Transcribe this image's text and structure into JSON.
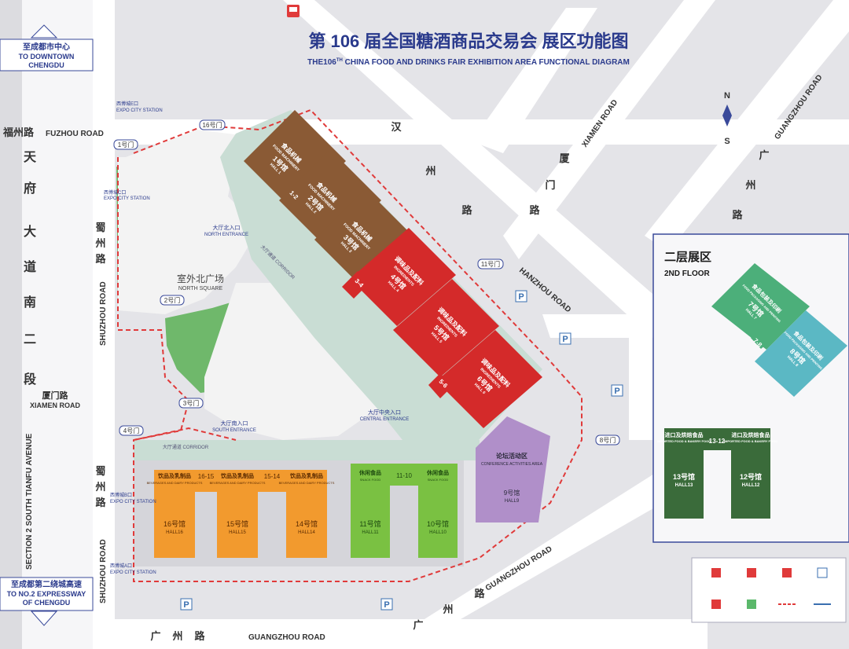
{
  "title": {
    "cn": "第 106 届全国糖酒商品交易会  展区功能图",
    "en_prefix": "THE106",
    "en_sup": "TH",
    "en_rest": " CHINA FOOD AND DRINKS FAIR  EXHIBITION AREA FUNCTIONAL DIAGRAM"
  },
  "compass": {
    "north": "N",
    "south": "S"
  },
  "directions": {
    "downtown_cn": "至成都市中心",
    "downtown_en_1": "TO DOWNTOWN",
    "downtown_en_2": "CHENGDU",
    "expressway_cn": "至成都第二绕城高速",
    "expressway_en_1": "TO NO.2 EXPRESSWAY",
    "expressway_en_2": "OF CHENGDU"
  },
  "roads": {
    "fuzhou_cn": "福州路",
    "fuzhou_en": "FUZHOU ROAD",
    "tianfu_cn": [
      "天",
      "府",
      "大",
      "道",
      "南",
      "二",
      "段"
    ],
    "tianfu_en": "SECTION 2 SOUTH TIANFU AVENUE",
    "shuzhou_cn": [
      "蜀",
      "州",
      "路"
    ],
    "shuzhou_en": "SHUZHOU ROAD",
    "shuzhou2_cn": [
      "蜀",
      "州",
      "路"
    ],
    "shuzhou2_en": "SHUZHOU ROAD",
    "xiamen_cn": "厦门路",
    "xiamen_en": "XIAMEN ROAD",
    "xiamen_diag_cn": [
      "厦",
      "门",
      "路"
    ],
    "xiamen_diag_en": "XIAMEN ROAD",
    "hanzhou_cn": [
      "汉",
      "州",
      "路"
    ],
    "hanzhou_en": "HANZHOU ROAD",
    "guangzhou_cn": [
      "广",
      "州",
      "路"
    ],
    "guangzhou_en": "GUANGZHOU ROAD",
    "guangzhou_ne_cn": [
      "广",
      "州",
      "路"
    ],
    "guangzhou_ne_en": "GUANGZHOU ROAD",
    "guangzhou_se_cn": [
      "广",
      "州",
      "路"
    ],
    "guangzhou_se_en": "GUANGZHOU ROAD"
  },
  "stations": {
    "top": "西博城E口",
    "top_en": "EXPO CITY STATION",
    "mid": "西博城C口",
    "mid_en": "EXPO CITY STATION",
    "bottom1": "西博城B口",
    "bottom1_en": "EXPO CITY STATION",
    "bottom2": "西博城A口",
    "bottom2_en": "EXPO CITY STATION"
  },
  "gates": {
    "g1": "1号门",
    "g2": "2号门",
    "g3": "3号门",
    "g4": "4号门",
    "g8": "8号门",
    "g11": "11号门",
    "g16": "16号门"
  },
  "areas": {
    "north_square_cn": "室外北广场",
    "north_square_en": "NORTH SQUARE",
    "north_entrance_cn": "大厅北入口",
    "north_entrance_en": "NORTH ENTRANCE",
    "south_entrance_cn": "大厅南入口",
    "south_entrance_en": "SOUTH ENTRANCE",
    "central_entrance_cn": "大厅中央入口",
    "central_entrance_en": "CENTRAL ENTRANCE",
    "corridor_south": "大厅通道 CORRIDOR",
    "corridor_diag": "大厅通道 CORRIDOR",
    "parking": "P"
  },
  "halls": {
    "h1": {
      "cat": "食品机械",
      "sub": "FOOD MACHINERY",
      "num": "1号馆",
      "en": "HALL 1"
    },
    "h2": {
      "cat": "食品机械",
      "sub": "FOOD MACHINERY",
      "num": "2号馆",
      "en": "HALL 2"
    },
    "h3": {
      "cat": "食品机械",
      "sub": "FOOD MACHINERY",
      "num": "3号馆",
      "en": "HALL 3"
    },
    "h4": {
      "cat": "调味品及配料",
      "sub": "INGREDIENTS",
      "num": "4号馆",
      "en": "HALL 4"
    },
    "h5": {
      "cat": "调味品及配料",
      "sub": "INGREDIENTS",
      "num": "5号馆",
      "en": "HALL 5"
    },
    "h6": {
      "cat": "调味品及配料",
      "sub": "INGREDIENTS",
      "num": "6号馆",
      "en": "HALL 6"
    },
    "c12": "1-2",
    "c34": "3-4",
    "c56": "5-6",
    "h9": {
      "cat": "论坛活动区",
      "sub": "CONFERENCE ACTIVITIES AREA",
      "num": "9号馆",
      "en": "HALL9"
    },
    "h10": {
      "cat": "休闲食品",
      "sub": "SNACK FOOD",
      "num": "10号馆",
      "en": "HALL10"
    },
    "h11": {
      "cat": "休闲食品",
      "sub": "SNACK FOOD",
      "num": "11号馆",
      "en": "HALL11"
    },
    "c1110": "11-10",
    "h14": {
      "cat": "饮品及乳制品",
      "sub": "BEVERAGES AND DAIRY PRODUCTS",
      "num": "14号馆",
      "en": "HALL14"
    },
    "h15": {
      "cat": "饮品及乳制品",
      "sub": "BEVERAGES AND DAIRY PRODUCTS",
      "num": "15号馆",
      "en": "HALL15"
    },
    "h16": {
      "cat": "饮品及乳制品",
      "sub": "BEVERAGES AND DAIRY PRODUCTS",
      "num": "16号馆",
      "en": "HALL16"
    },
    "c1516": "16-15",
    "c1415": "15-14"
  },
  "second_floor": {
    "title_cn": "二层展区",
    "title_en": "2ND FLOOR",
    "h7": {
      "cat": "食品包装及印刷",
      "sub": "FOOD PACKAGING AND PRINTING",
      "num": "7号馆",
      "en": "HALL 7"
    },
    "h8": {
      "cat": "食品包装及印刷",
      "sub": "FOOD PACKAGING AND PRINTING",
      "num": "8号馆",
      "en": "HALL 8"
    },
    "c78": "7-8",
    "h12": {
      "cat": "进口及烘焙食品",
      "sub": "IMPORTED FOOD & BAKERY FOOD",
      "num": "12号馆",
      "en": "HALL12"
    },
    "h13": {
      "cat": "进口及烘焙食品",
      "sub": "IMPORTED FOOD & BAKERY FOOD",
      "num": "13号馆",
      "en": "HALL13"
    },
    "c1312": "13-12"
  },
  "colors": {
    "machinery": "#8a5a35",
    "ingredients": "#d42a2a",
    "beverages": "#f29a2e",
    "snack": "#7ac142",
    "conference": "#b08fc9",
    "packaging": "#4caf7a",
    "packaging2": "#5bb8c4",
    "imported": "#3a6b3a",
    "corridor": "#bdd6cc",
    "road": "#ffffff",
    "title": "#2a3a8c"
  }
}
